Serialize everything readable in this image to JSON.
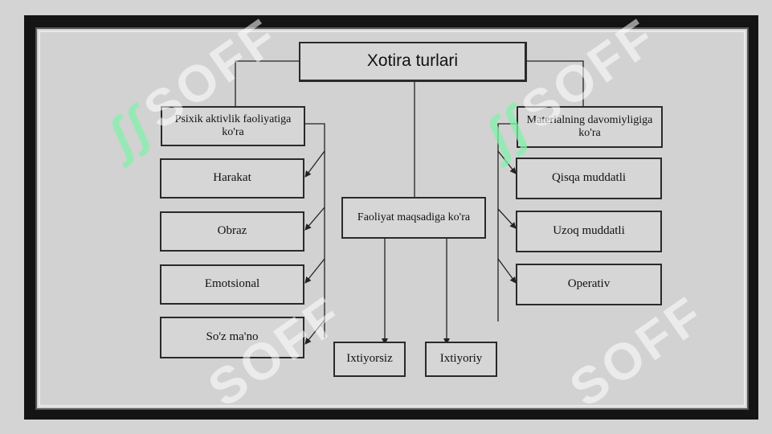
{
  "diagram": {
    "title": "Xotira turlari",
    "left": {
      "header": "Psixik aktivlik faoliyatiga ko'ra",
      "items": [
        "Harakat",
        "Obraz",
        "Emotsional",
        "So'z ma'no"
      ]
    },
    "center": {
      "header": "Faoliyat maqsadiga  ko'ra",
      "items": [
        "Ixtiyorsiz",
        "Ixtiyoriy"
      ]
    },
    "right": {
      "header": "Materialning davomiyligiga ko'ra",
      "items": [
        "Qisqa muddatli",
        "Uzoq muddatli",
        "Operativ"
      ]
    }
  },
  "watermark": {
    "text": "SOFF"
  },
  "colors": {
    "background": "#d4d4d4",
    "frame": "#141414",
    "watermark_mark": "#82f0aa"
  }
}
